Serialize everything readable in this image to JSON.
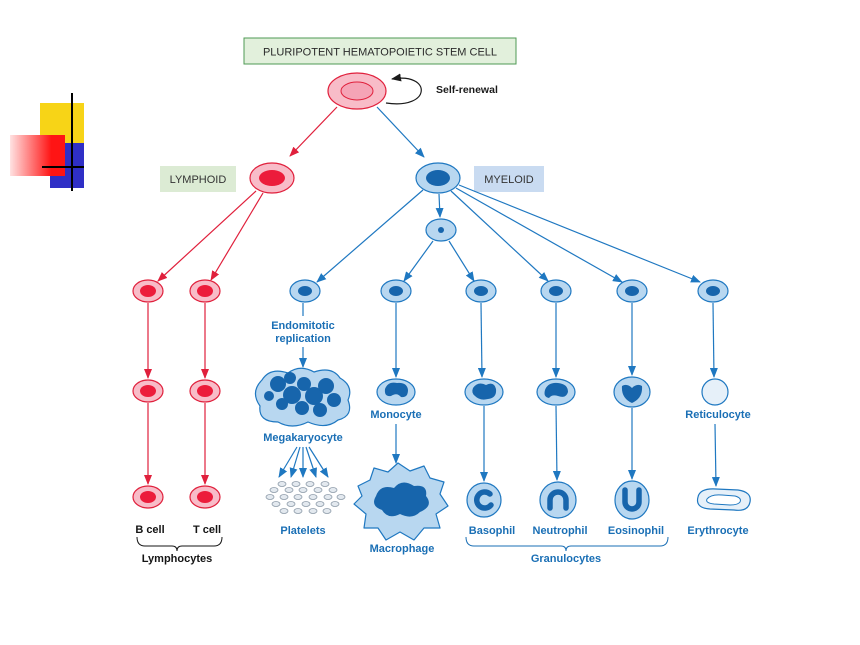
{
  "title": "PLURIPOTENT HEMATOPOIETIC STEM CELL",
  "self_renewal": "Self-renewal",
  "lineages": {
    "lymphoid": "LYMPHOID",
    "myeloid": "MYELOID"
  },
  "megakaryocyte_path": {
    "step_line1": "Endomitotic",
    "step_line2": "replication",
    "cell": "Megakaryocyte",
    "product": "Platelets"
  },
  "monocyte_path": {
    "cell": "Monocyte",
    "product": "Macrophage"
  },
  "erythroid_path": {
    "cell": "Reticulocyte",
    "product": "Erythrocyte"
  },
  "lymphocytes": {
    "b_cell": "B cell",
    "t_cell": "T cell",
    "group": "Lymphocytes"
  },
  "granulocytes": {
    "basophil": "Basophil",
    "neutrophil": "Neutrophil",
    "eosinophil": "Eosinophil",
    "group": "Granulocytes"
  },
  "colors": {
    "lym-stroke": "#e0203c",
    "lym-fill": "#f8bcc8",
    "lym-nucleus": "#ec1c3b",
    "stem-inner": "#f5a4b6",
    "mye-stroke": "#1f78c1",
    "mye-fill": "#b8d7f0",
    "mye-nucleus": "#1765ac",
    "label-blue": "#1a6fb5",
    "title-fill": "#e2f0dc",
    "title-stroke": "#4f9a55",
    "lym-box": "#dcebd4",
    "mye-box": "#c9dbf1",
    "platelet-fill": "#e3e9ef",
    "platelet-stroke": "#8c9aa8",
    "rbc-fill": "#e6f0f9",
    "deco-yellow": "#f7d417",
    "deco-red": "#ff1414",
    "deco-red-light": "#ffe2e2",
    "deco-blue": "#2f2fc6"
  }
}
